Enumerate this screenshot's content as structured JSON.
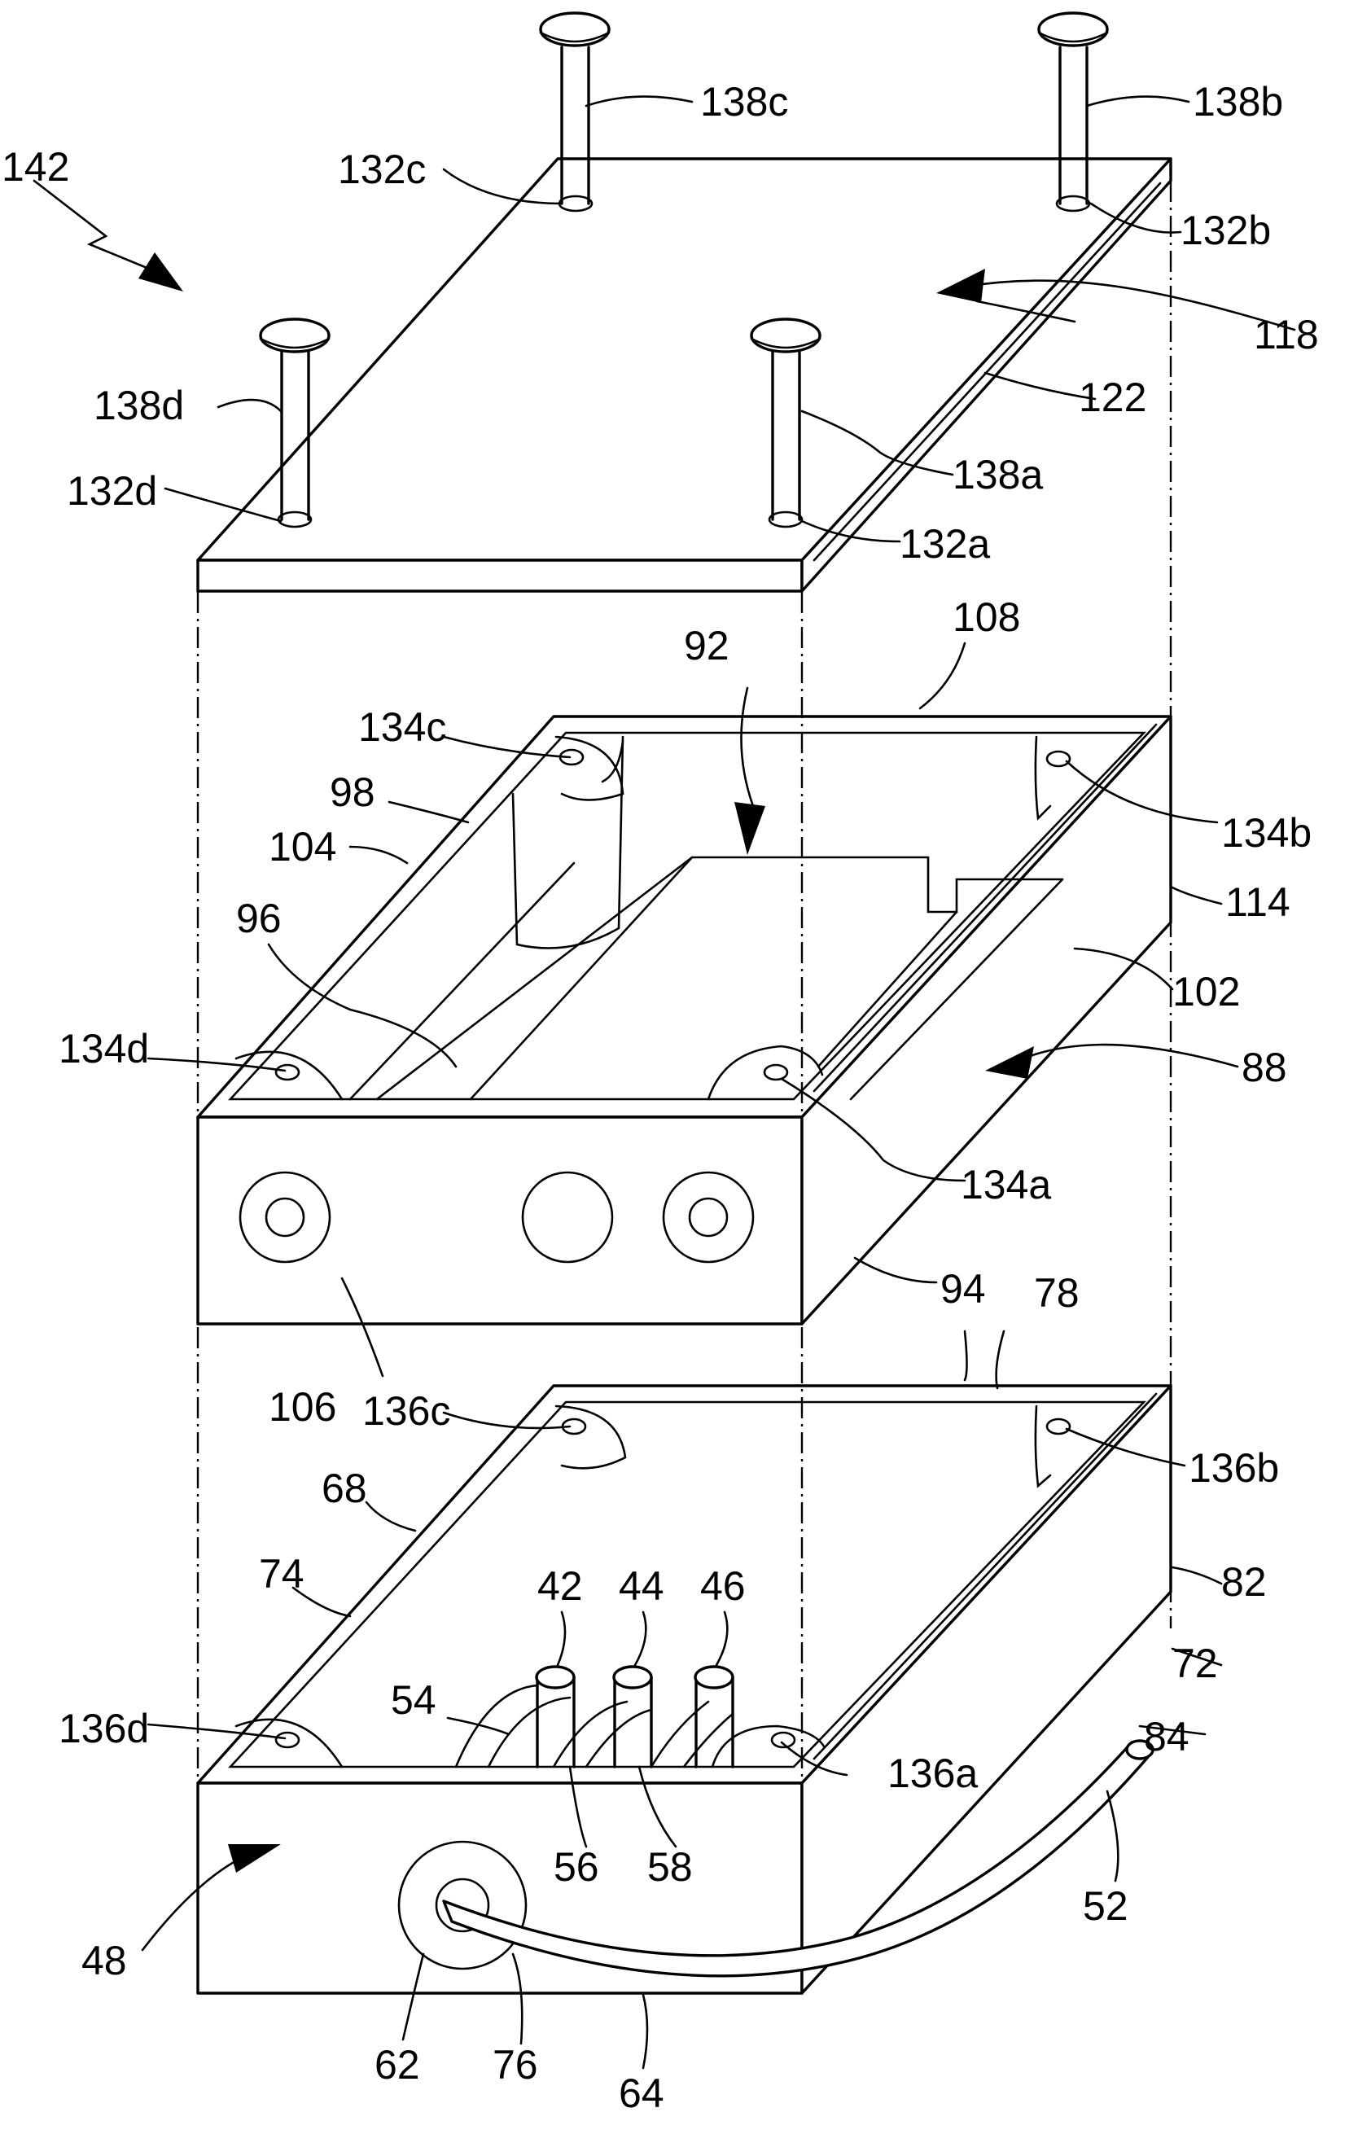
{
  "figure": {
    "description_source": "patent exploded view line drawing",
    "reference_numerals": [
      {
        "id": "142",
        "text": "142"
      },
      {
        "id": "138c",
        "text": "138c"
      },
      {
        "id": "138b",
        "text": "138b"
      },
      {
        "id": "132c",
        "text": "132c"
      },
      {
        "id": "132b",
        "text": "132b"
      },
      {
        "id": "118",
        "text": "118"
      },
      {
        "id": "138d",
        "text": "138d"
      },
      {
        "id": "122",
        "text": "122"
      },
      {
        "id": "138a",
        "text": "138a"
      },
      {
        "id": "132d",
        "text": "132d"
      },
      {
        "id": "132a",
        "text": "132a"
      },
      {
        "id": "108",
        "text": "108"
      },
      {
        "id": "92",
        "text": "92"
      },
      {
        "id": "134c",
        "text": "134c"
      },
      {
        "id": "98",
        "text": "98"
      },
      {
        "id": "134b",
        "text": "134b"
      },
      {
        "id": "104",
        "text": "104"
      },
      {
        "id": "114",
        "text": "114"
      },
      {
        "id": "96",
        "text": "96"
      },
      {
        "id": "102",
        "text": "102"
      },
      {
        "id": "134d",
        "text": "134d"
      },
      {
        "id": "88",
        "text": "88"
      },
      {
        "id": "134a",
        "text": "134a"
      },
      {
        "id": "94",
        "text": "94"
      },
      {
        "id": "78",
        "text": "78"
      },
      {
        "id": "106",
        "text": "106"
      },
      {
        "id": "136c",
        "text": "136c"
      },
      {
        "id": "136b",
        "text": "136b"
      },
      {
        "id": "68",
        "text": "68"
      },
      {
        "id": "82",
        "text": "82"
      },
      {
        "id": "74",
        "text": "74"
      },
      {
        "id": "42",
        "text": "42"
      },
      {
        "id": "44",
        "text": "44"
      },
      {
        "id": "46",
        "text": "46"
      },
      {
        "id": "72",
        "text": "72"
      },
      {
        "id": "54",
        "text": "54"
      },
      {
        "id": "136d",
        "text": "136d"
      },
      {
        "id": "84",
        "text": "84"
      },
      {
        "id": "136a",
        "text": "136a"
      },
      {
        "id": "56",
        "text": "56"
      },
      {
        "id": "58",
        "text": "58"
      },
      {
        "id": "48",
        "text": "48"
      },
      {
        "id": "52",
        "text": "52"
      },
      {
        "id": "62",
        "text": "62"
      },
      {
        "id": "76",
        "text": "76"
      },
      {
        "id": "64",
        "text": "64"
      }
    ]
  }
}
